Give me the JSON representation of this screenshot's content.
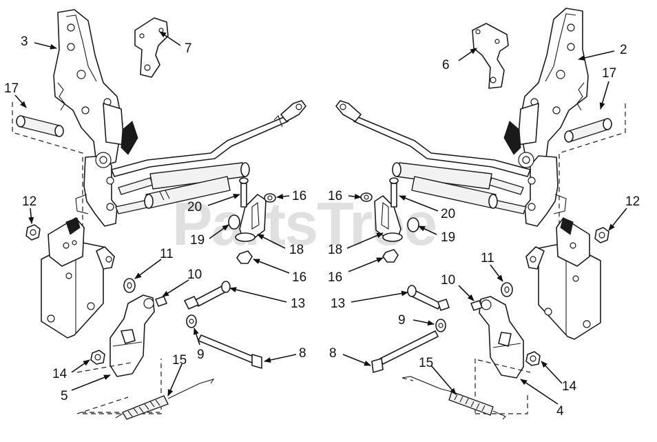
{
  "watermark": "PartsTree",
  "callouts": {
    "c2": "2",
    "c3": "3",
    "c4": "4",
    "c5": "5",
    "c6": "6",
    "c7": "7",
    "c8_left": "8",
    "c8_right": "8",
    "c9_left": "9",
    "c9_right": "9",
    "c10_left": "10",
    "c10_right": "10",
    "c11_left": "11",
    "c11_right": "11",
    "c12_left": "12",
    "c12_right": "12",
    "c13_left": "13",
    "c13_right": "13",
    "c14_left": "14",
    "c14_right": "14",
    "c15_left": "15",
    "c15_right": "15",
    "c16_a": "16",
    "c16_b": "16",
    "c16_c": "16",
    "c16_d": "16",
    "c17_left": "17",
    "c17_right": "17",
    "c18_left": "18",
    "c18_right": "18",
    "c19_left": "19",
    "c19_right": "19",
    "c20_left": "20",
    "c20_right": "20"
  }
}
